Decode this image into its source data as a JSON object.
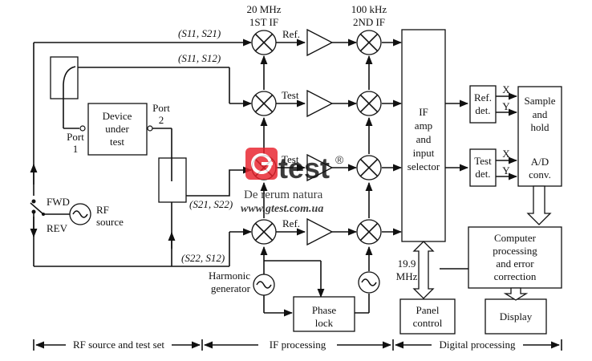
{
  "labels": {
    "if1": [
      "20 MHz",
      "1ST IF"
    ],
    "if2": [
      "100 kHz",
      "2ND IF"
    ],
    "s11_s21": "(S11, S21)",
    "s11_s12": "(S11, S12)",
    "s21_s22": "(S21, S22)",
    "s22_s12": "(S22, S12)",
    "ref_top": "Ref.",
    "test_top": "Test",
    "test_mid": "Test",
    "ref_bottom": "Ref.",
    "port1": [
      "Port",
      "1"
    ],
    "port2": [
      "Port",
      "2"
    ],
    "fwd": "FWD",
    "rev": "REV",
    "rf_source": [
      "RF",
      "source"
    ],
    "harmonic_generator": [
      "Harmonic",
      "generator"
    ],
    "freq_199": [
      "19.9",
      "MHz"
    ],
    "x_top": "X",
    "y_top": "Y",
    "x_bottom": "X",
    "y_bottom": "Y"
  },
  "blocks": {
    "dut": [
      "Device",
      "under",
      "test"
    ],
    "if_amp": [
      "IF",
      "amp",
      "and",
      "input",
      "selector"
    ],
    "ref_det": [
      "Ref.",
      "det."
    ],
    "test_det": [
      "Test",
      "det."
    ],
    "sample_hold": [
      "Sample",
      "and",
      "hold"
    ],
    "ad_conv": [
      "A/D",
      "conv."
    ],
    "computer": [
      "Computer",
      "processing",
      "and error",
      "correction"
    ],
    "display": "Display",
    "panel_control": [
      "Panel",
      "control"
    ],
    "phase_lock": [
      "Phase",
      "lock"
    ]
  },
  "sections": {
    "rf": "RF source and test set",
    "if": "IF processing",
    "digital": "Digital processing"
  },
  "watermark": {
    "logo_letters": "test",
    "logo_mark": "®",
    "tagline": "De rerum natura",
    "url": "www.gtest.com.ua",
    "color": "#e8212b"
  }
}
